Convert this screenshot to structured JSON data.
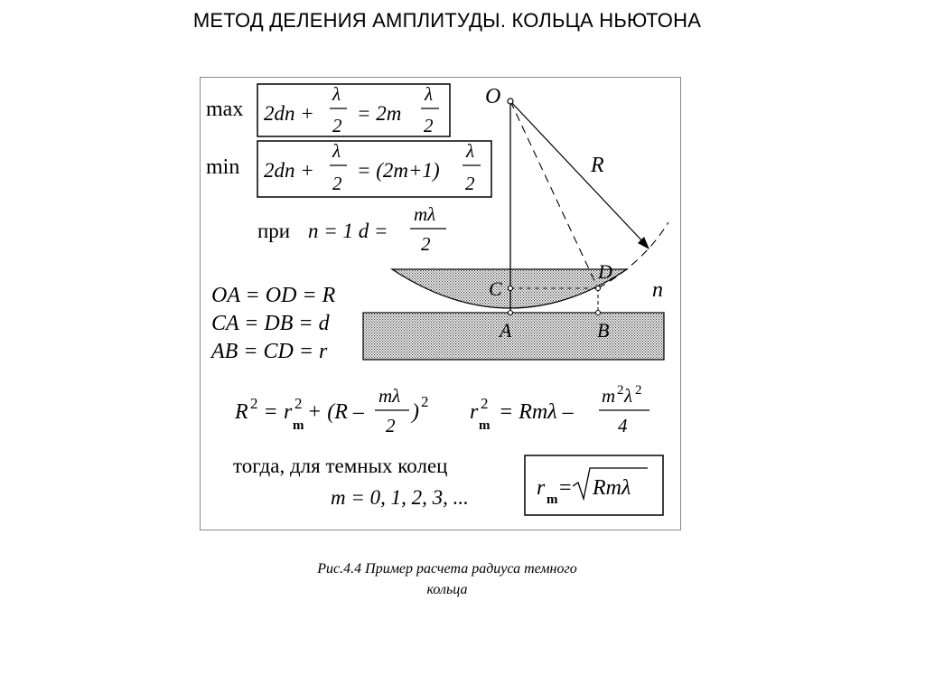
{
  "header": {
    "title": "МЕТОД ДЕЛЕНИЯ АМПЛИТУДЫ. КОЛЬЦА НЬЮТОНА"
  },
  "caption": {
    "line1": "Рис.4.4 Пример расчета радиуса темного",
    "line2": "кольца"
  },
  "figure": {
    "labels": {
      "max": "max",
      "min": "min",
      "pri": "при",
      "point_O": "O",
      "point_C": "C",
      "point_D": "D",
      "point_A": "A",
      "point_B": "B",
      "radius_R": "R",
      "index_n": "n"
    },
    "formulas": {
      "max_lhs": "2dn +",
      "lambda": "λ",
      "two": "2",
      "max_rhs": "= 2m",
      "min_rhs": "= (2m+1)",
      "cond_n": "n = 1  d =",
      "m_lambda": "mλ",
      "eq1": "OA = OD = R",
      "eq2": "CA = DB = d",
      "eq3": "AB = CD = r",
      "geo_R": "R",
      "geo_sup2": "2",
      "geo_eq": "=",
      "geo_r": "r",
      "geo_sub_m": "m",
      "geo_plus": "+ (R –",
      "geo_close": ")",
      "res_r": "r",
      "res_rhs": "= Rmλ –",
      "res_m": "m",
      "res_lambda": "λ",
      "res_four": "4",
      "then_text": "тогда,  для темных колец",
      "m_values": "m = 0, 1, 2, 3, ...",
      "final_r": "r",
      "final_eq": "=",
      "final_rad": "Rmλ"
    }
  }
}
